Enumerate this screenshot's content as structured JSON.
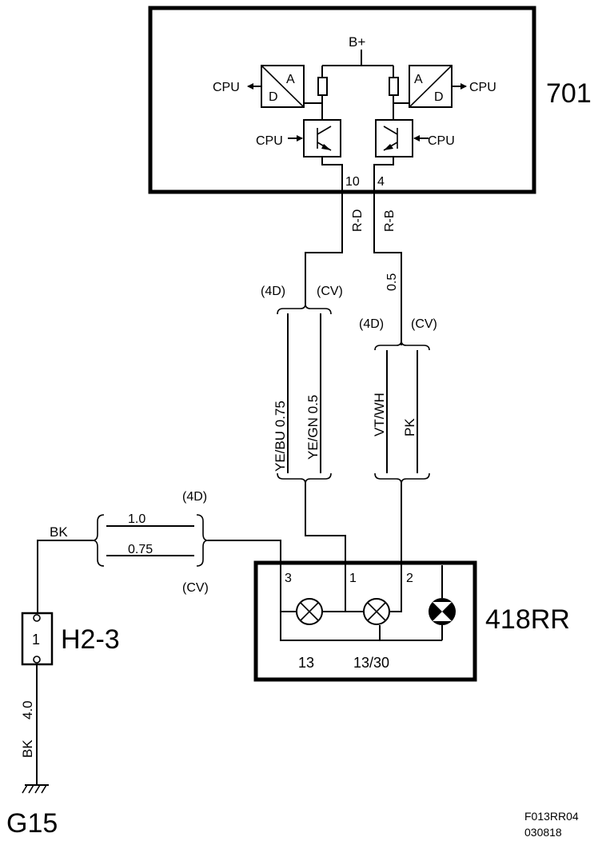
{
  "module_701": {
    "id": "701",
    "supply": "B+",
    "cpu": "CPU",
    "adc_a": "A",
    "adc_d": "D",
    "pin_10": "10",
    "pin_4": "4"
  },
  "wires_upper": {
    "left_code": "R-D",
    "right_code": "R-B",
    "right_size": "0.5"
  },
  "variants": {
    "four_door": "(4D)",
    "convertible": "(CV)"
  },
  "wires_middle": {
    "w1": "YE/BU 0.75",
    "w2": "YE/GN 0.5",
    "w3": "VT/WH",
    "w4": "PK"
  },
  "ground_harness": {
    "color": "BK",
    "size_4d": "1.0",
    "size_cv": "0.75"
  },
  "connector_h2_3": {
    "id": "H2-3",
    "pin": "1"
  },
  "ground_wire": {
    "color": "BK",
    "size": "4.0"
  },
  "ground_point": {
    "id": "G15"
  },
  "module_418rr": {
    "id": "418RR",
    "pin_3": "3",
    "pin_1": "1",
    "pin_2": "2",
    "label_13": "13",
    "label_13_30": "13/30"
  },
  "footer": {
    "code": "F013RR04",
    "date": "030818"
  }
}
